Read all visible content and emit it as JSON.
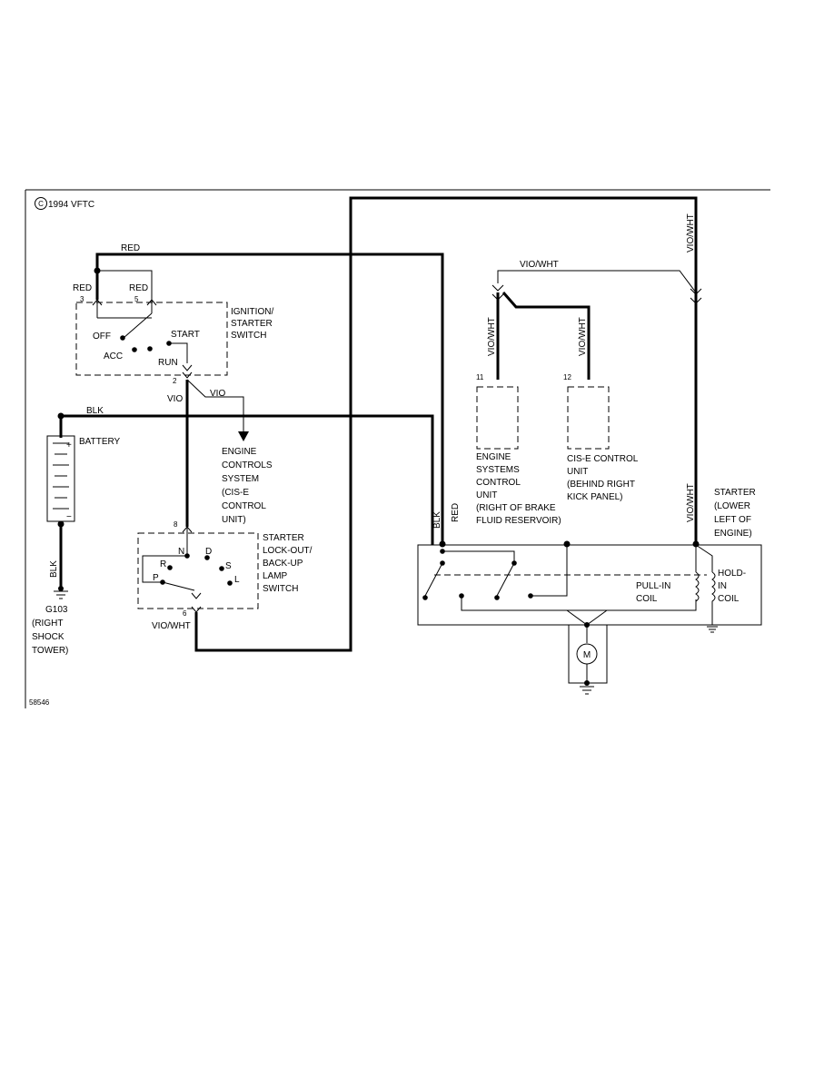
{
  "copyright": "1994 VFTC",
  "copyright_symbol": "C",
  "figure_id": "58546",
  "wires": {
    "red_top": "RED",
    "red_3": "RED",
    "red_5": "RED",
    "vio_a": "VIO",
    "vio_b": "VIO",
    "blk_top": "BLK",
    "blk_ground": "BLK",
    "blk_starter": "BLK",
    "red_starter": "RED",
    "vio_wht_6": "VIO/WHT",
    "vio_wht_top": "VIO/WHT",
    "vio_wht_right": "VIO/WHT",
    "vio_wht_11": "VIO/WHT",
    "vio_wht_12": "VIO/WHT",
    "vio_wht_starter": "VIO/WHT"
  },
  "pins": {
    "p3": "3",
    "p5": "5",
    "p2": "2",
    "p8": "8",
    "p6": "6",
    "p11": "11",
    "p12": "12"
  },
  "ignition_switch": {
    "title": [
      "IGNITION/",
      "STARTER",
      "SWITCH"
    ],
    "positions": {
      "off": "OFF",
      "acc": "ACC",
      "start": "START",
      "run": "RUN"
    }
  },
  "lockout_switch": {
    "title": [
      "STARTER",
      "LOCK-OUT/",
      "BACK-UP",
      "LAMP",
      "SWITCH"
    ],
    "gears": {
      "n": "N",
      "d": "D",
      "r": "R",
      "s": "S",
      "p": "P",
      "l": "L"
    }
  },
  "engine_controls": [
    "ENGINE",
    "CONTROLS",
    "SYSTEM",
    "(CIS-E",
    "CONTROL",
    "UNIT)"
  ],
  "battery": {
    "label": "BATTERY",
    "plus": "+",
    "minus": "−"
  },
  "ground": [
    "G103",
    "(RIGHT",
    "SHOCK",
    "TOWER)"
  ],
  "esu": [
    "ENGINE",
    "SYSTEMS",
    "CONTROL",
    "UNIT",
    "(RIGHT OF BRAKE",
    "FLUID RESERVOIR)"
  ],
  "cise": [
    "CIS-E CONTROL",
    "UNIT",
    "(BEHIND RIGHT",
    "KICK PANEL)"
  ],
  "starter": {
    "title": [
      "STARTER",
      "(LOWER",
      "LEFT OF",
      "ENGINE)"
    ],
    "pull_in": [
      "PULL-IN",
      "COIL"
    ],
    "hold_in": [
      "HOLD-",
      "IN",
      "COIL"
    ],
    "motor": "M"
  }
}
